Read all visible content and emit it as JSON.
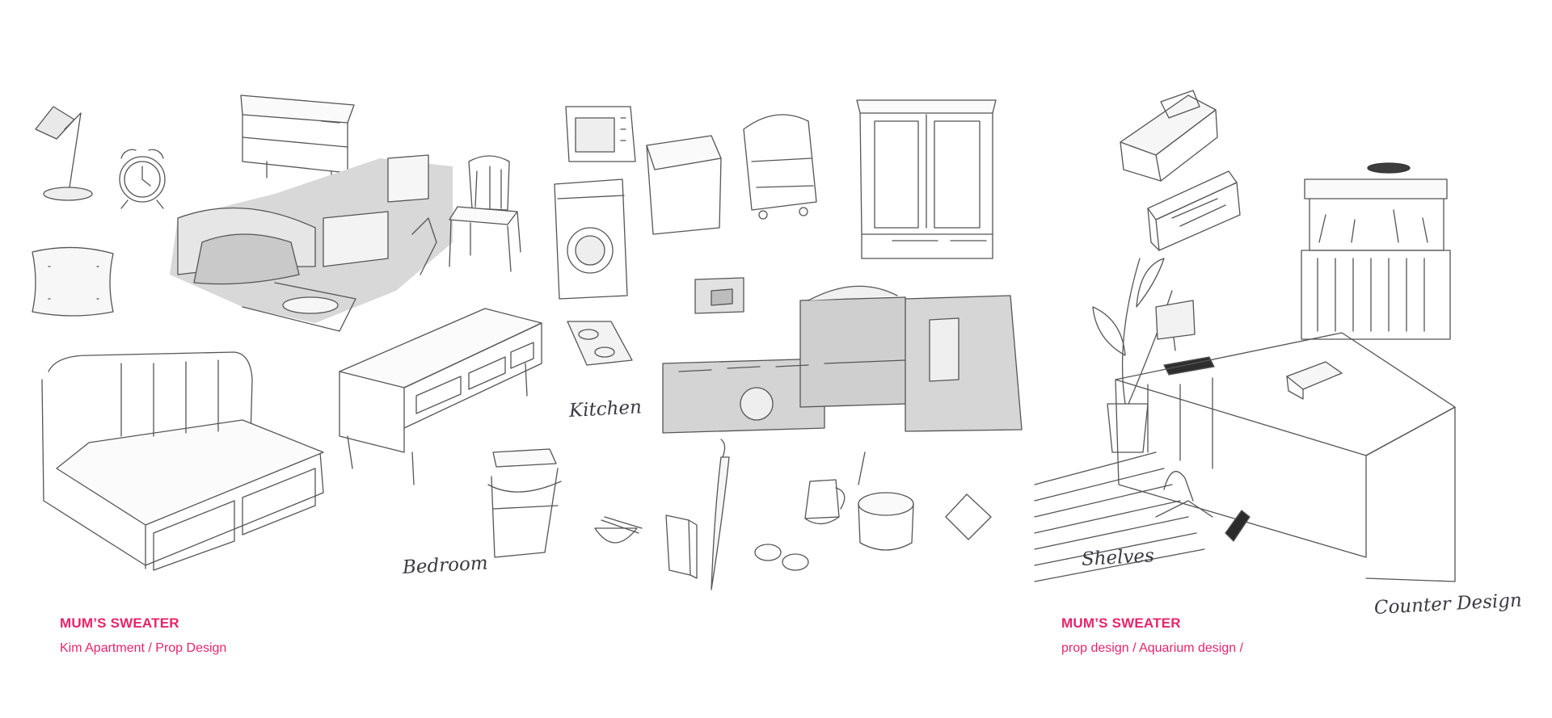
{
  "left_panel": {
    "title": "MUM’S SWEATER",
    "subtitle": "Kim Apartment / Prop Design",
    "labels": {
      "bedroom": "Bedroom",
      "kitchen": "Kitchen"
    }
  },
  "right_panel": {
    "title": "MUM’S SWEATER",
    "subtitle": "prop design / Aquarium design /",
    "labels": {
      "shelves": "Shelves",
      "counter": "Counter Design"
    }
  },
  "colors": {
    "accent": "#e8246a",
    "ink": "#3a3a44",
    "shade": "#cfcfcf",
    "background": "#ffffff"
  }
}
